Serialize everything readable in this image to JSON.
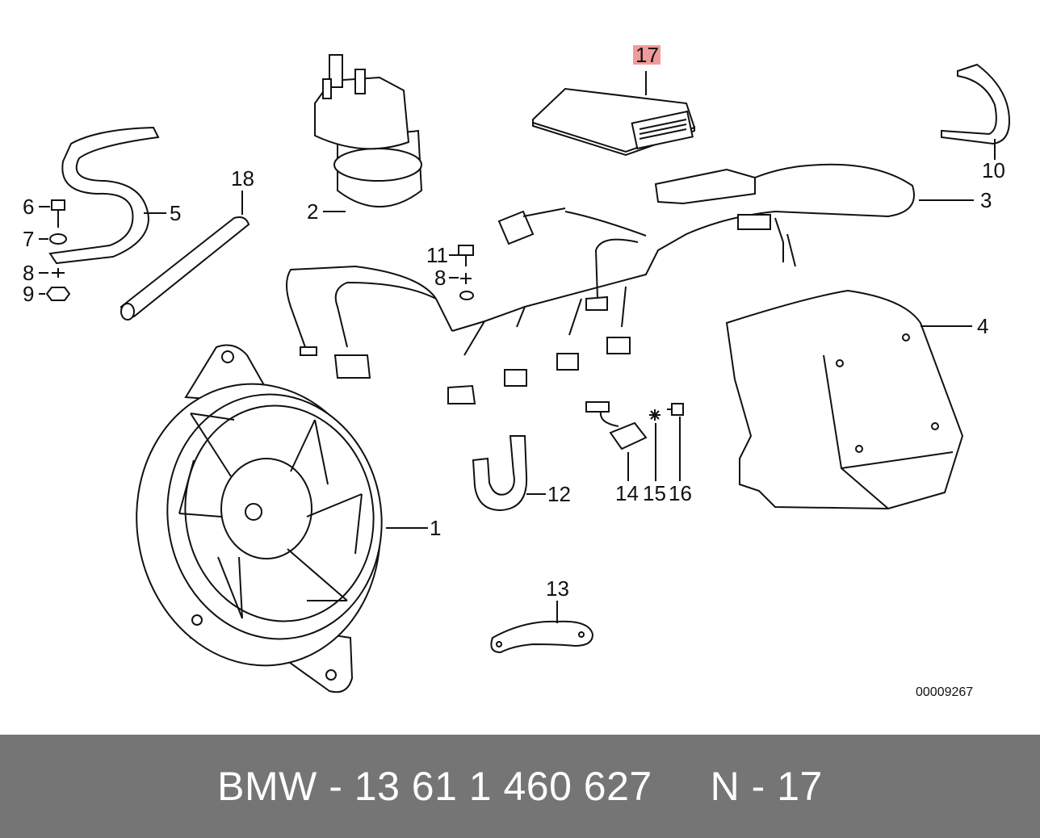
{
  "diagram": {
    "highlight_color": "#f19a9a",
    "callouts": {
      "c1": "1",
      "c2": "2",
      "c3": "3",
      "c4": "4",
      "c5": "5",
      "c6": "6",
      "c7": "7",
      "c8a": "8",
      "c8b": "8",
      "c9": "9",
      "c10": "10",
      "c11": "11",
      "c12": "12",
      "c13": "13",
      "c14": "14",
      "c15": "15",
      "c16": "16",
      "c17": "17",
      "c18": "18"
    },
    "highlighted_callout": "17",
    "reference_number": "00009267"
  },
  "footer": {
    "text": "BMW - 13 61 1 460 627     N - 17",
    "background": "#757575"
  }
}
